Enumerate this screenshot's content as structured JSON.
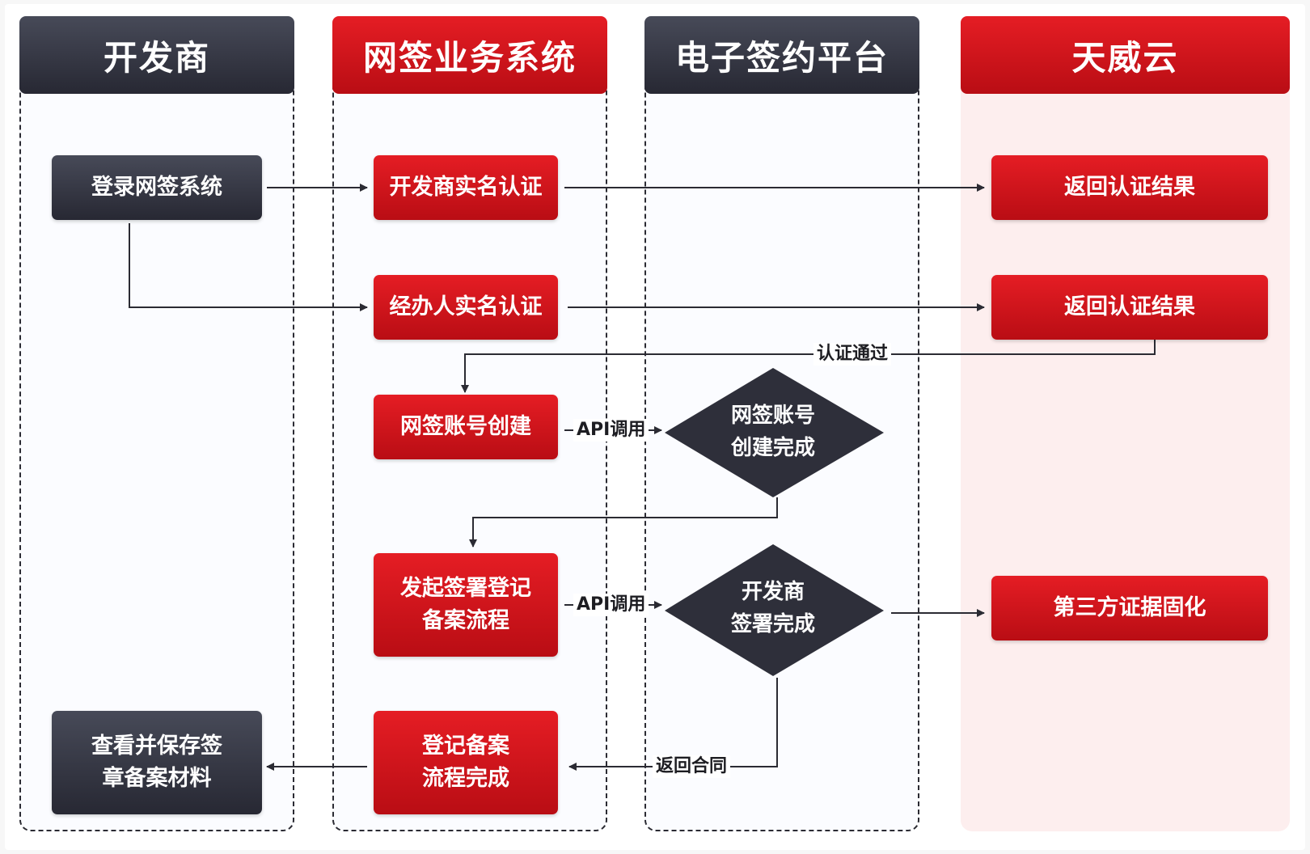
{
  "lanes": {
    "developer": "开发商",
    "netsign_system": "网签业务系统",
    "esign_platform": "电子签约平台",
    "tianwei_cloud": "天威云"
  },
  "nodes": {
    "login": "登录网签系统",
    "dev_realname": "开发商实名认证",
    "return_result_1": "返回认证结果",
    "agent_realname": "经办人实名认证",
    "return_result_2": "返回认证结果",
    "create_account": "网签账号创建",
    "account_created": [
      "网签账号",
      "创建完成"
    ],
    "start_signing": [
      "发起签署登记",
      "备案流程"
    ],
    "dev_signed": [
      "开发商",
      "签署完成"
    ],
    "evidence": "第三方证据固化",
    "record_done": [
      "登记备案",
      "流程完成"
    ],
    "view_save": [
      "查看并保存签",
      "章备案材料"
    ]
  },
  "edge_labels": {
    "auth_passed": "认证通过",
    "api_call_1": "API调用",
    "api_call_2": "API调用",
    "return_contract": "返回合同"
  },
  "colors": {
    "dark_box": "#2c2d38",
    "red_box": "#d01219",
    "tianwei_lane_bg": "#fdeeee",
    "connector": "#2b2b33"
  }
}
